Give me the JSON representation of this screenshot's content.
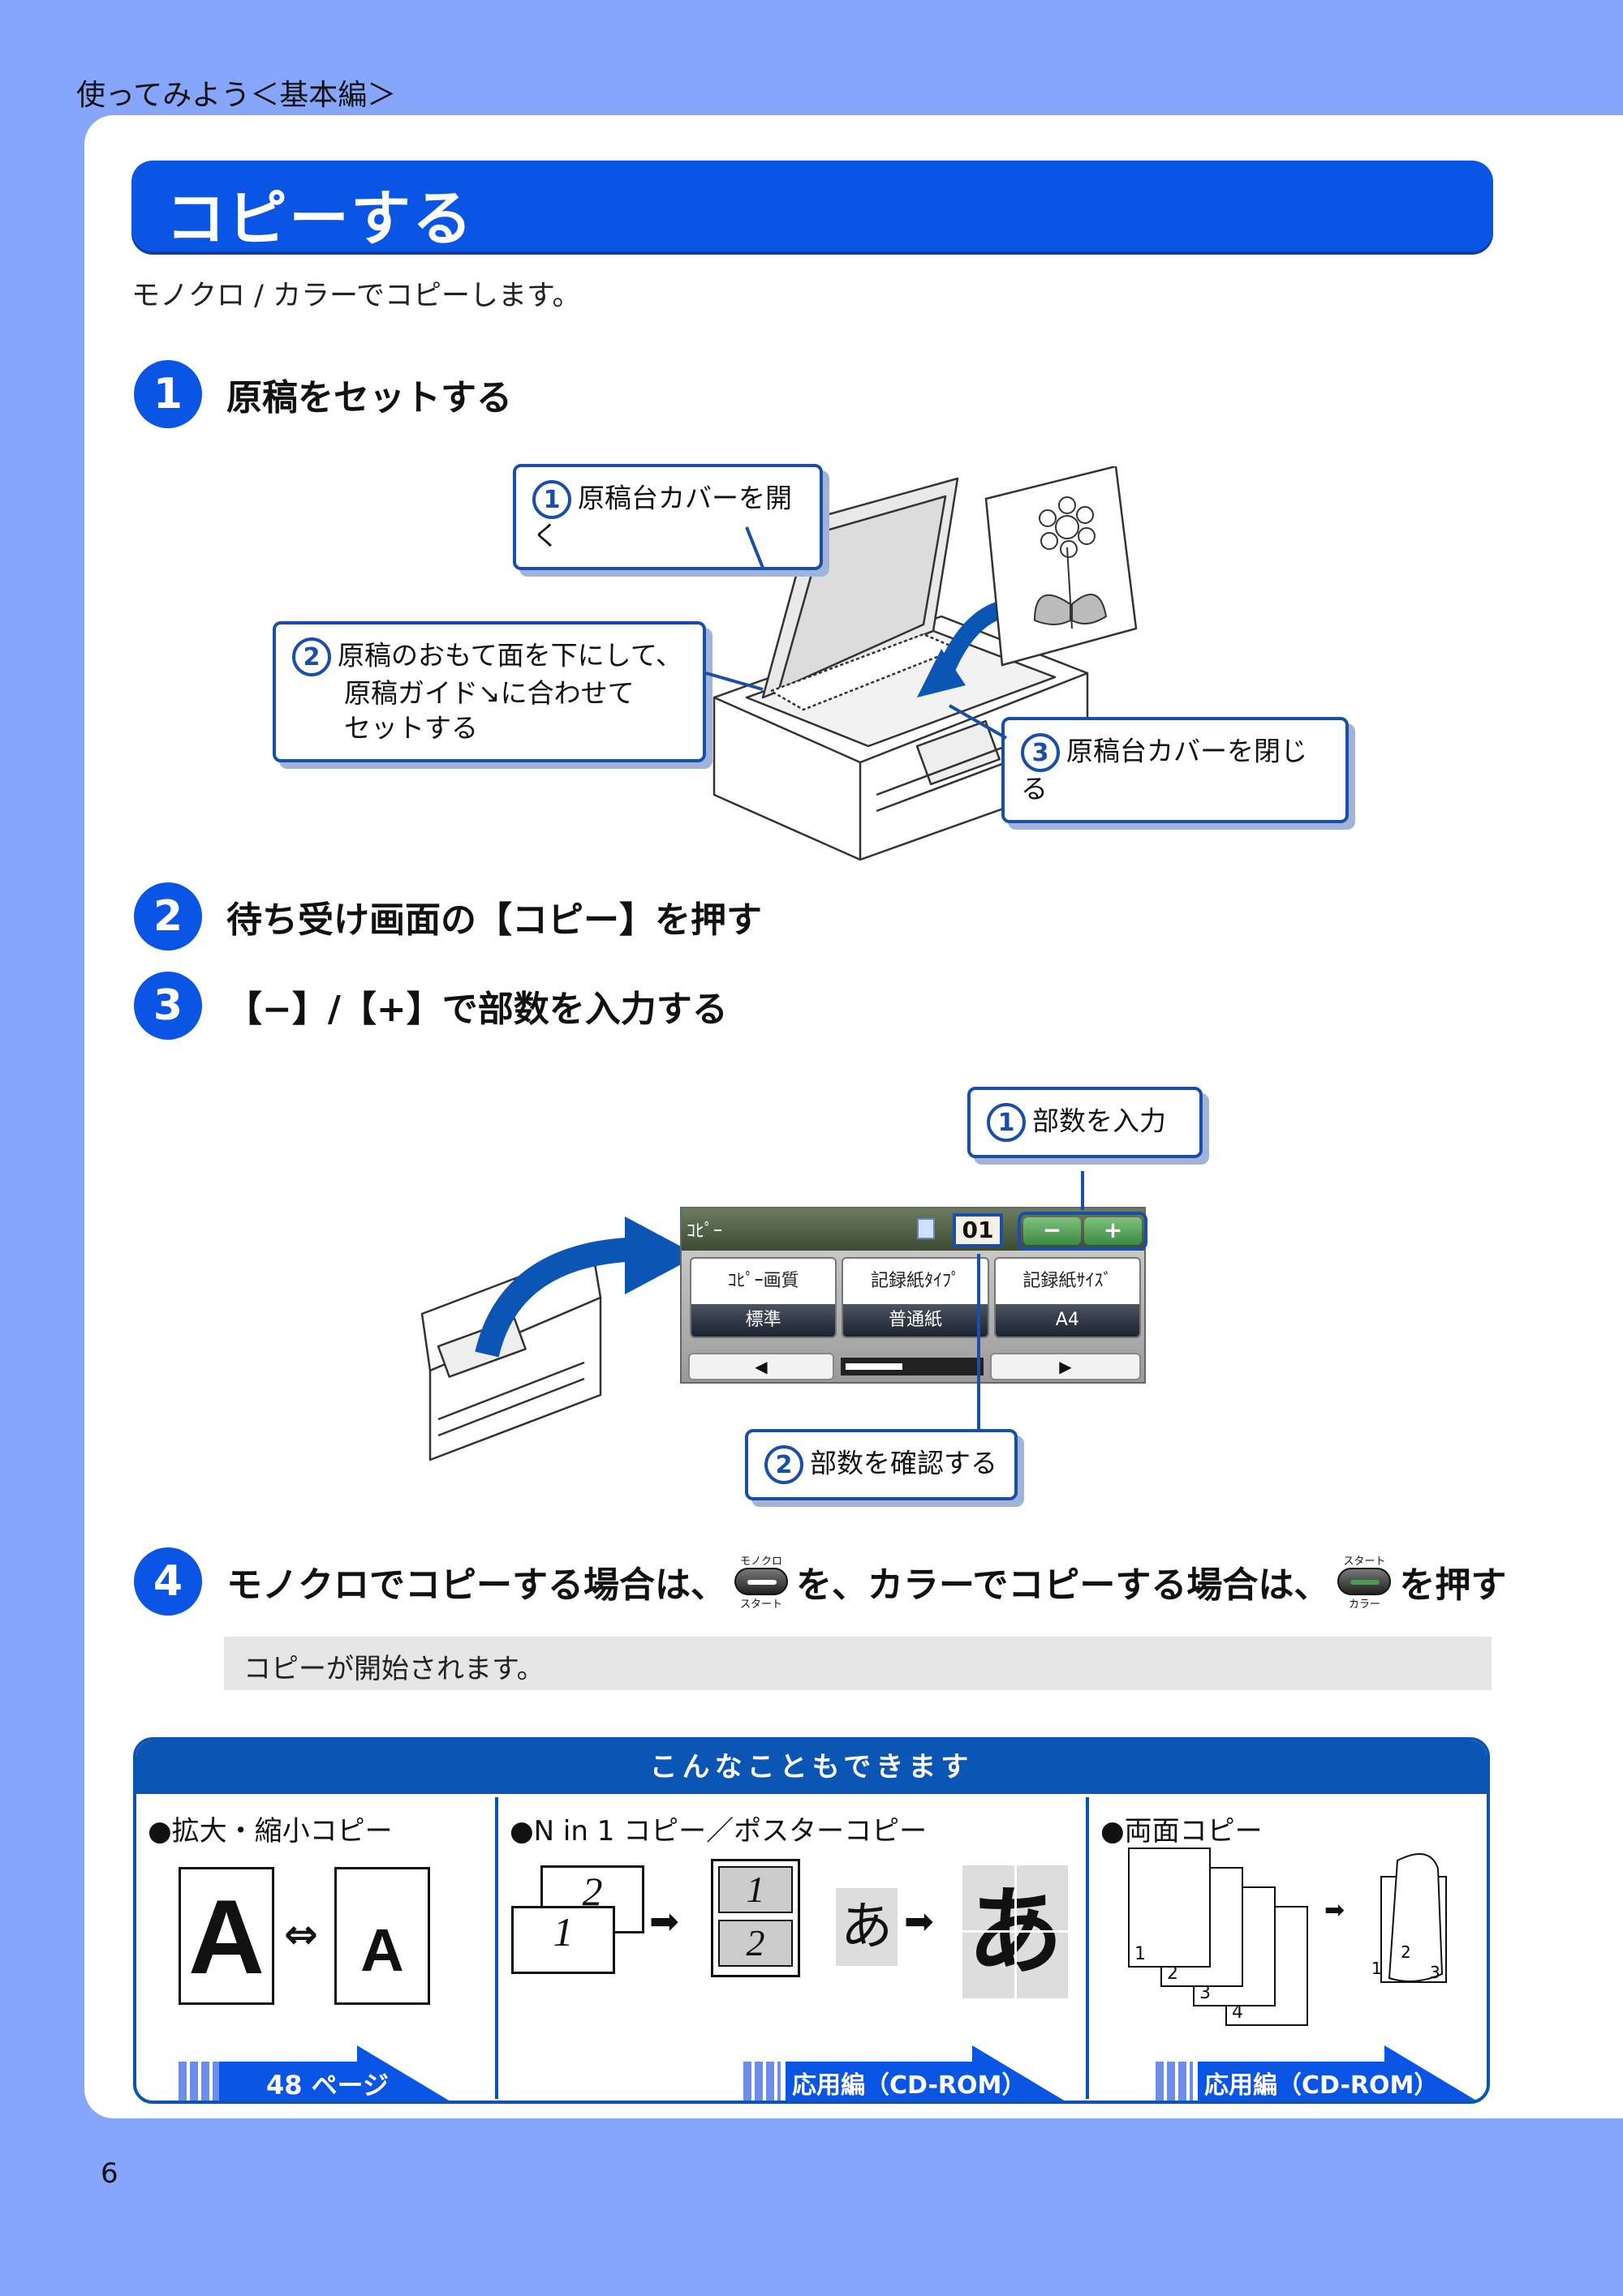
{
  "header": {
    "label": "使ってみよう＜基本編＞"
  },
  "title": "コピーする",
  "intro": "モノクロ / カラーでコピーします。",
  "steps": [
    {
      "num": "1",
      "text": "原稿をセットする"
    },
    {
      "num": "2",
      "text": "待ち受け画面の【コピー】を押す"
    },
    {
      "num": "3",
      "text": "【−】/【+】で部数を入力する"
    },
    {
      "num": "4",
      "text_a": "モノクロでコピーする場合は、",
      "text_b": "を、カラーでコピーする場合は、",
      "text_c": "を押す"
    }
  ],
  "step1_callouts": [
    {
      "num": "1",
      "lines": [
        "原稿台カバーを開く"
      ]
    },
    {
      "num": "2",
      "lines": [
        "原稿のおもて面を下にして、",
        "原稿ガイド↘に合わせて",
        "セットする"
      ]
    },
    {
      "num": "3",
      "lines": [
        "原稿台カバーを閉じる"
      ]
    }
  ],
  "step3_callouts": [
    {
      "num": "1",
      "lines": [
        "部数を入力"
      ]
    },
    {
      "num": "2",
      "lines": [
        "部数を確認する"
      ]
    }
  ],
  "lcd": {
    "title": "ｺﾋﾟｰ",
    "count": "01",
    "minus": "−",
    "plus": "+",
    "buttons": [
      {
        "label": "ｺﾋﾟｰ画質",
        "value": "標準"
      },
      {
        "label": "記録紙ﾀｲﾌﾟ",
        "value": "普通紙"
      },
      {
        "label": "記録紙ｻｲｽﾞ",
        "value": "A4"
      }
    ]
  },
  "start_buttons": {
    "mono_top": "モノクロ",
    "mono_bottom": "スタート",
    "color_top": "スタート",
    "color_bottom": "カラー"
  },
  "notice": "コピーが開始されます。",
  "features": {
    "heading": "こんなこともできます",
    "items": [
      {
        "title": "●拡大・縮小コピー",
        "ref": "48 ページ",
        "big_letter": "A",
        "small_letter": "A"
      },
      {
        "title": "●N in 1 コピー／ポスターコピー",
        "ref": "応用編（CD-ROM）",
        "p1": "1",
        "p2": "2",
        "kana": "あ"
      },
      {
        "title": "●両面コピー",
        "ref": "応用編（CD-ROM）",
        "pages": [
          "1",
          "2",
          "3",
          "4"
        ]
      }
    ]
  },
  "page_number": "6",
  "colors": {
    "page_bg": "#85a6fb",
    "accent": "#0a55e3",
    "callout_border": "#1a4fa8",
    "lcd_green": "#4c9a52"
  }
}
